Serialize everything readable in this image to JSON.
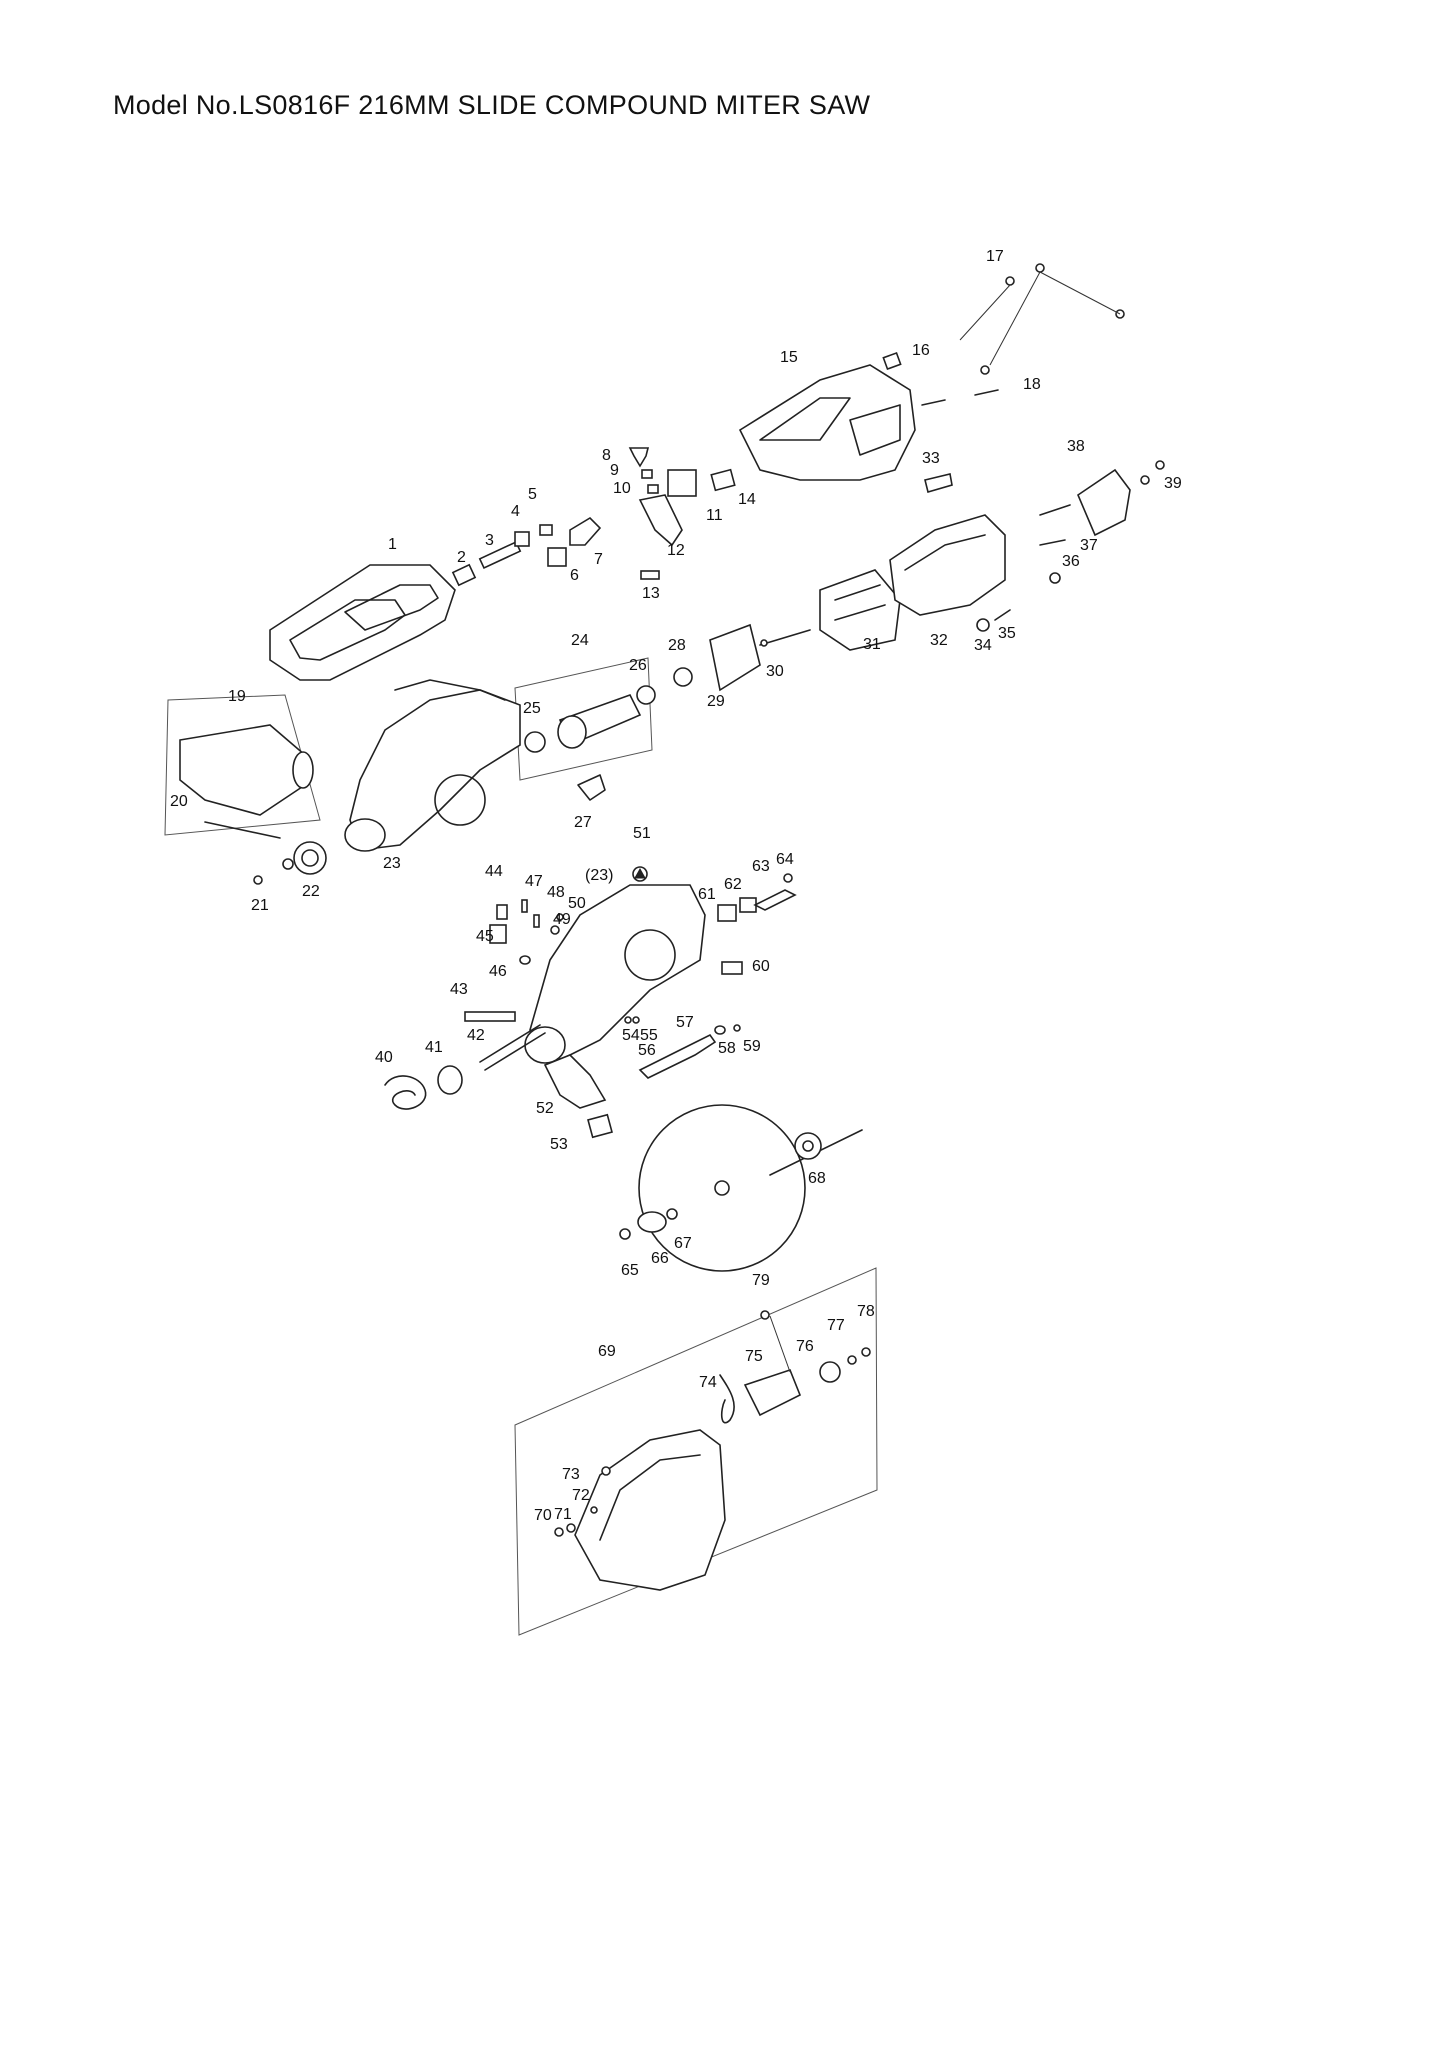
{
  "title": "Model No.LS0816F 216MM SLIDE COMPOUND MITER SAW",
  "part_labels": [
    "1",
    "2",
    "3",
    "4",
    "5",
    "6",
    "7",
    "8",
    "9",
    "10",
    "11",
    "12",
    "13",
    "14",
    "15",
    "16",
    "17",
    "18",
    "19",
    "20",
    "21",
    "22",
    "23",
    "24",
    "25",
    "26",
    "27",
    "28",
    "29",
    "30",
    "31",
    "32",
    "33",
    "34",
    "35",
    "36",
    "37",
    "38",
    "39",
    "(23)",
    "40",
    "41",
    "42",
    "43",
    "44",
    "45",
    "46",
    "47",
    "48",
    "49",
    "50",
    "51",
    "52",
    "53",
    "54",
    "55",
    "56",
    "57",
    "58",
    "59",
    "60",
    "61",
    "62",
    "63",
    "64",
    "65",
    "66",
    "67",
    "68",
    "69",
    "70",
    "71",
    "72",
    "73",
    "74",
    "75",
    "76",
    "77",
    "78",
    "79"
  ]
}
